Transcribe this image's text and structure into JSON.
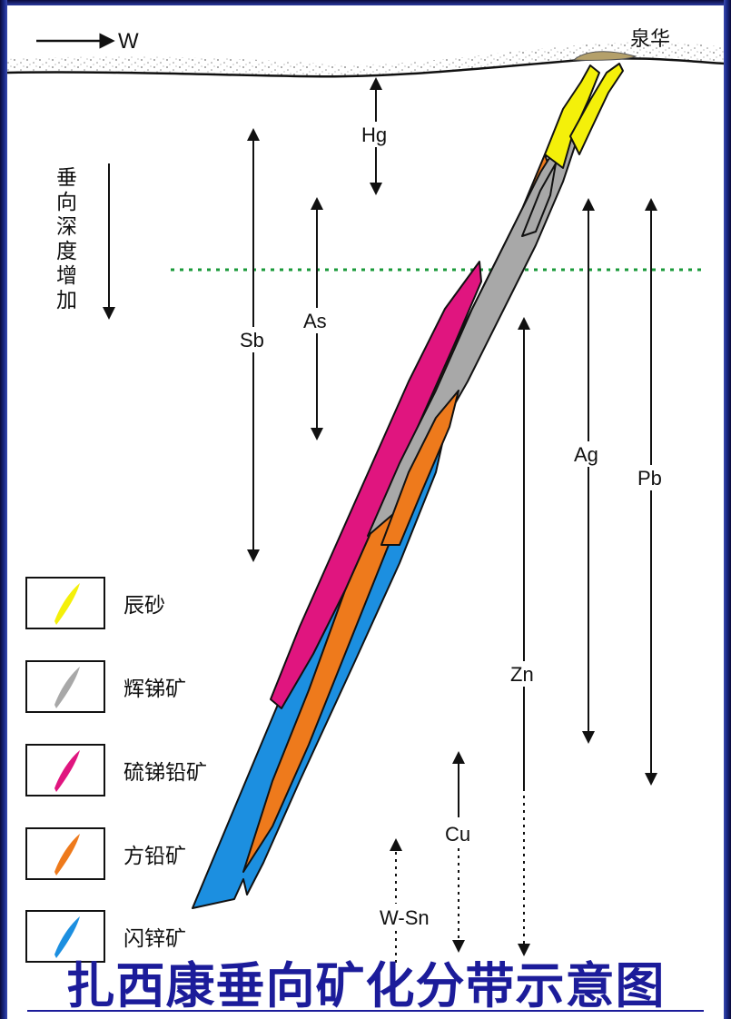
{
  "direction_label": "W",
  "spring_label": "泉华",
  "depth_label": [
    "垂",
    "向",
    "深",
    "度",
    "增",
    "加"
  ],
  "elements": [
    {
      "key": "hg",
      "label": "Hg"
    },
    {
      "key": "sb",
      "label": "Sb"
    },
    {
      "key": "as",
      "label": "As"
    },
    {
      "key": "ag",
      "label": "Ag"
    },
    {
      "key": "pb",
      "label": "Pb"
    },
    {
      "key": "zn",
      "label": "Zn"
    },
    {
      "key": "cu",
      "label": "Cu"
    },
    {
      "key": "wsn",
      "label": "W-Sn"
    }
  ],
  "legend": [
    {
      "label": "辰砂",
      "color": "#f4f00a",
      "icon": "cinnabar-swatch"
    },
    {
      "label": "辉锑矿",
      "color": "#a8a8a8",
      "icon": "stibnite-swatch"
    },
    {
      "label": "硫锑铅矿",
      "color": "#e0157f",
      "icon": "boulangerite-swatch"
    },
    {
      "label": "方铅矿",
      "color": "#ee7a1c",
      "icon": "galena-swatch"
    },
    {
      "label": "闪锌矿",
      "color": "#1c8fe0",
      "icon": "sphalerite-swatch"
    }
  ],
  "caption": "扎西康垂向矿化分带示意图",
  "colors": {
    "frame": "#1a2a8a",
    "caption": "#1c1c9a",
    "dotted_line": "#1a9a3a",
    "spring": "#b4a06a"
  }
}
